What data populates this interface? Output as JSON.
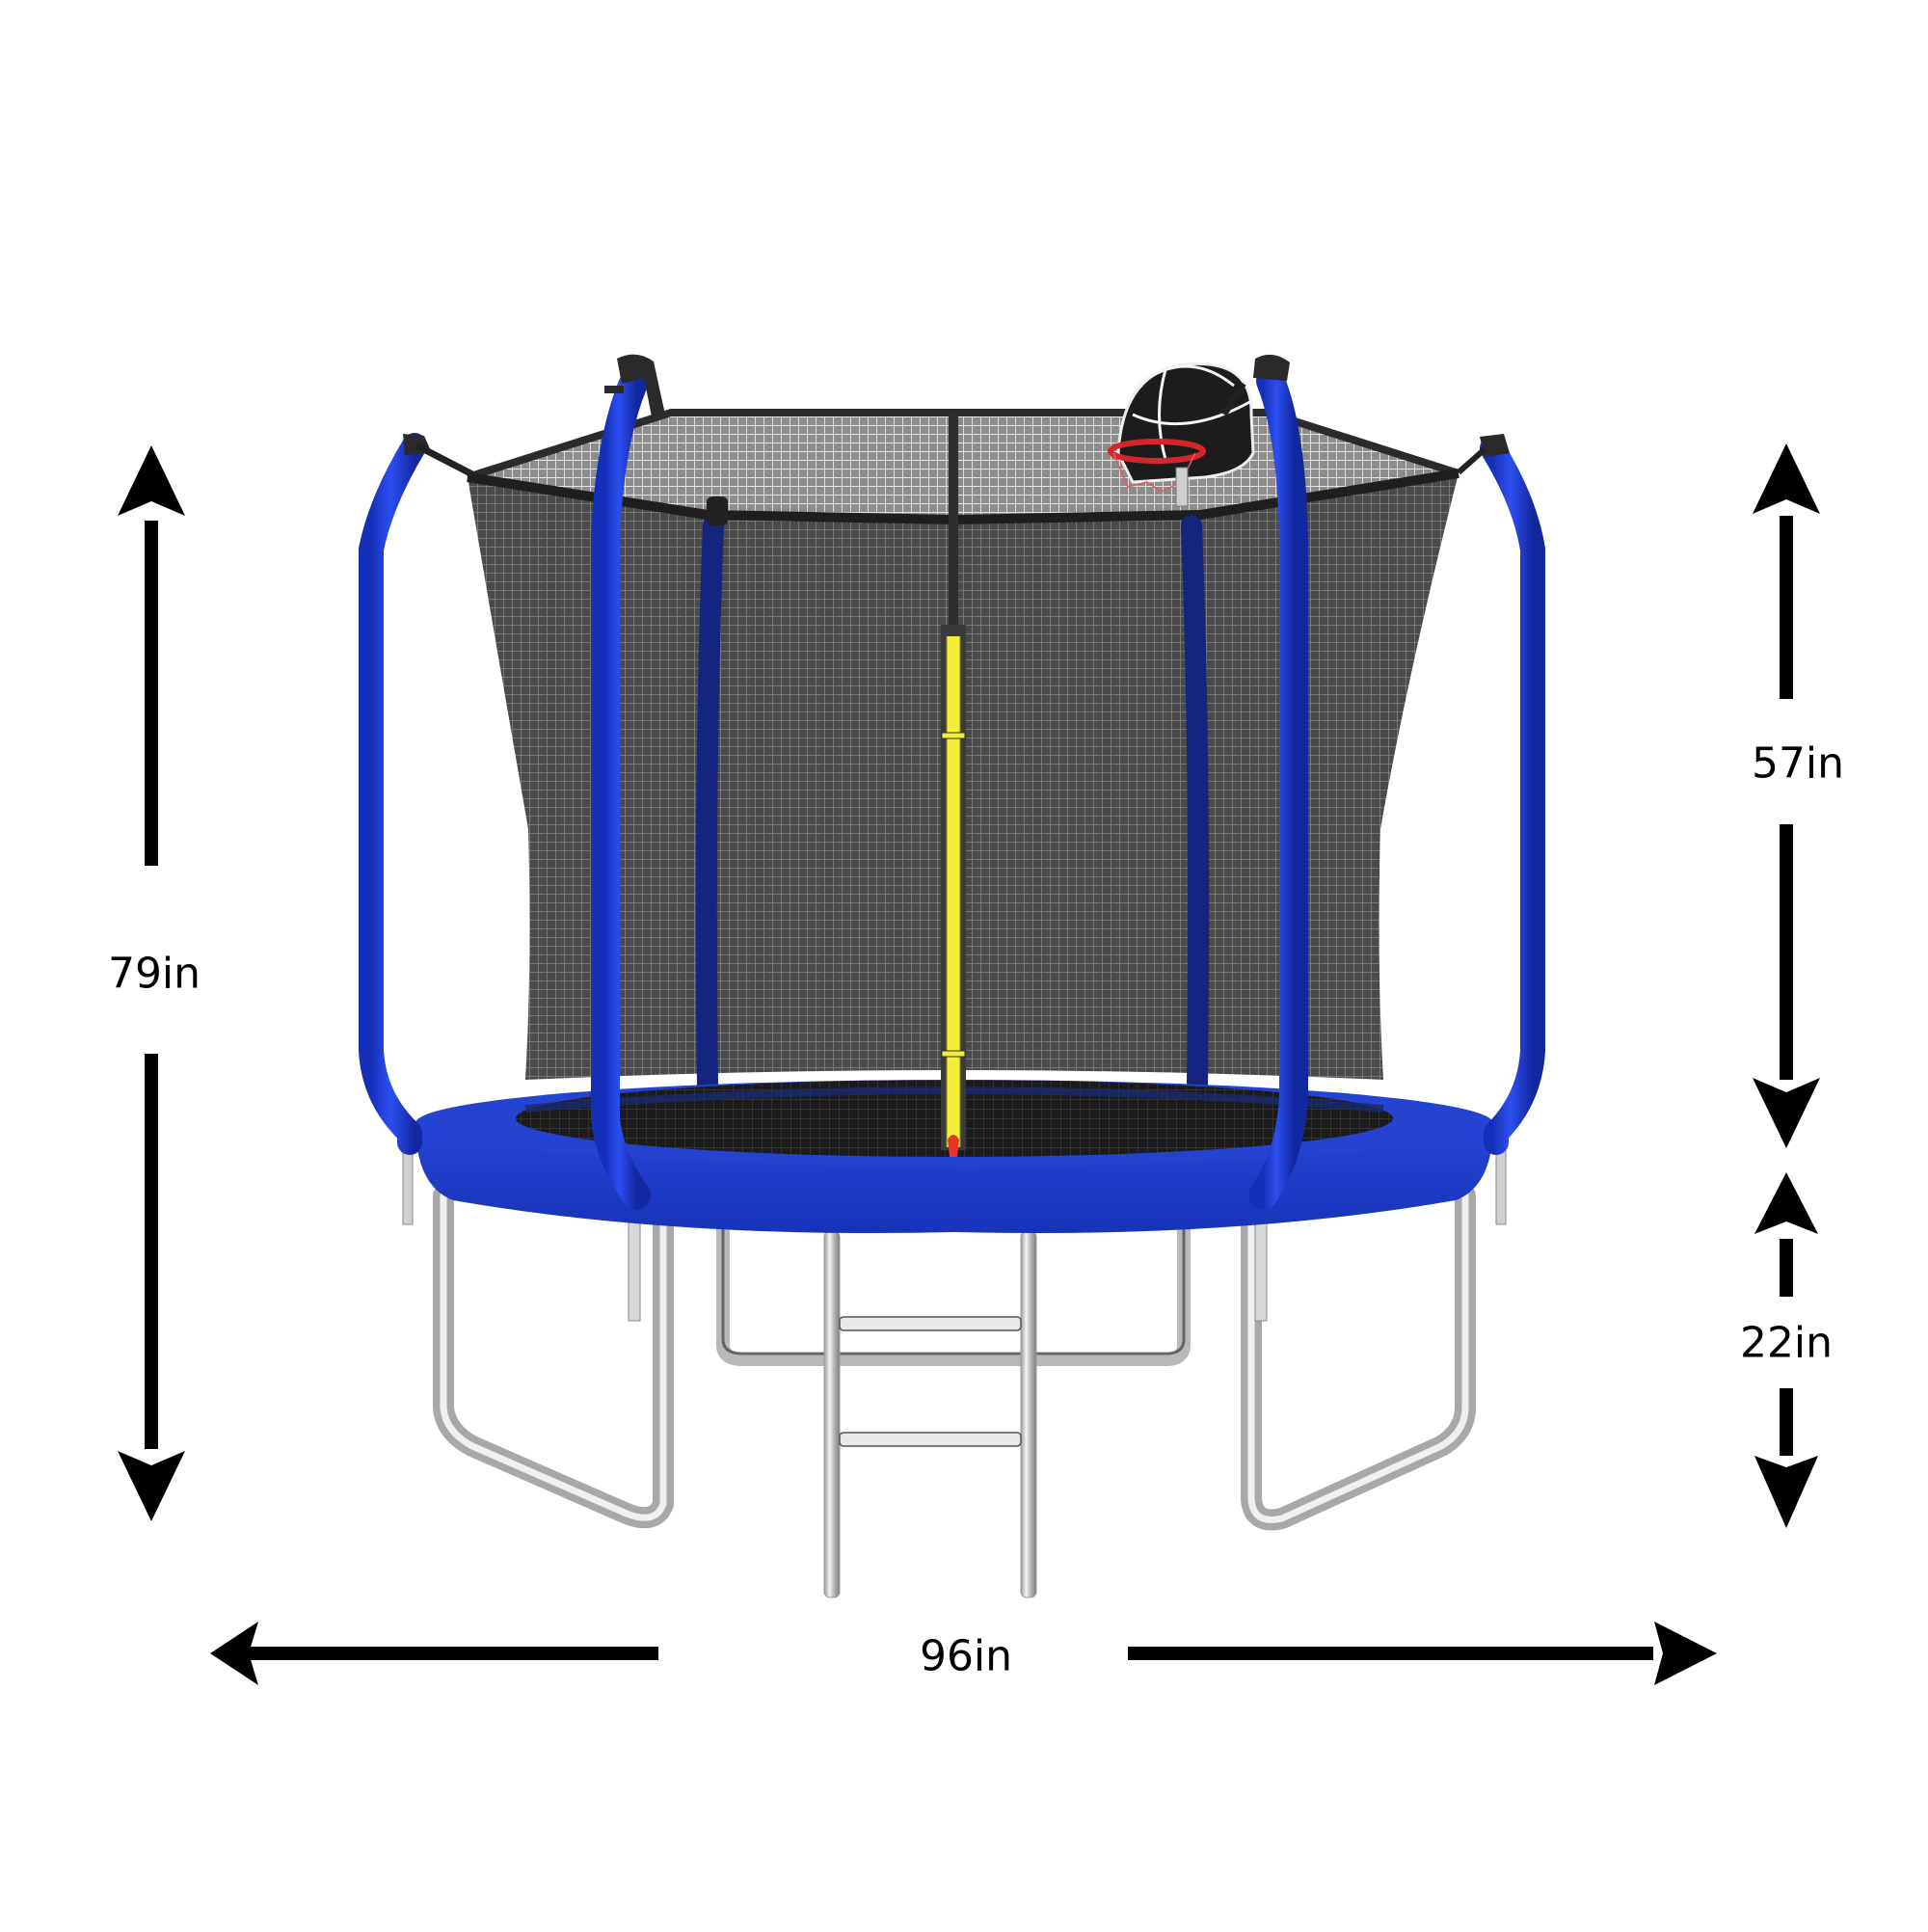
{
  "product": {
    "name": "Trampoline with enclosure net, basketball hoop and ladder",
    "colors": {
      "pad_blue": "#1f3fc9",
      "pole_blue": "#1d39d6",
      "pole_blue_back": "#14237a",
      "net_gray": "#555555",
      "net_frame": "#2b2b2b",
      "mat_black": "#1a1a1a",
      "zipper_yellow": "#f2ee3a",
      "zipper_pull": "#e8332b",
      "steel": "#c8c8c8",
      "hoop_red": "#d6262b",
      "arrow": "#000000"
    }
  },
  "dimensions": {
    "overall_height": {
      "label": "79in",
      "value": 79,
      "unit": "in"
    },
    "net_height": {
      "label": "57in",
      "value": 57,
      "unit": "in"
    },
    "frame_height": {
      "label": "22in",
      "value": 22,
      "unit": "in"
    },
    "diameter": {
      "label": "96in",
      "value": 96,
      "unit": "in"
    }
  },
  "icons": {
    "arrow": "double-headed-dimension-arrow",
    "hoop": "basketball-hoop",
    "zipper": "zipper-entrance"
  }
}
